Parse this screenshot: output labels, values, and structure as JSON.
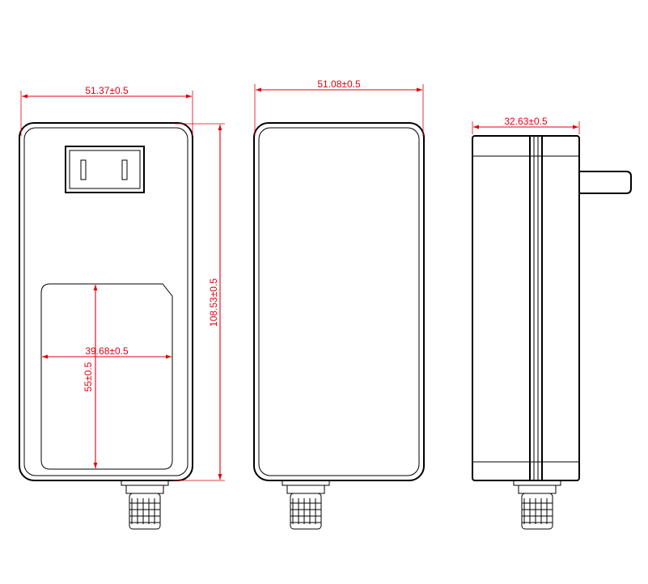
{
  "dimensions": {
    "front_width": "51.37±0.5",
    "middle_width": "51.08±0.5",
    "side_depth": "32.63±0.5",
    "front_height": "108.53±0.5",
    "label_width": "39.68±0.5",
    "label_height": "55±0.5"
  },
  "colors": {
    "outline": "#000000",
    "dimension": "#e0000f",
    "background": "#ffffff"
  }
}
